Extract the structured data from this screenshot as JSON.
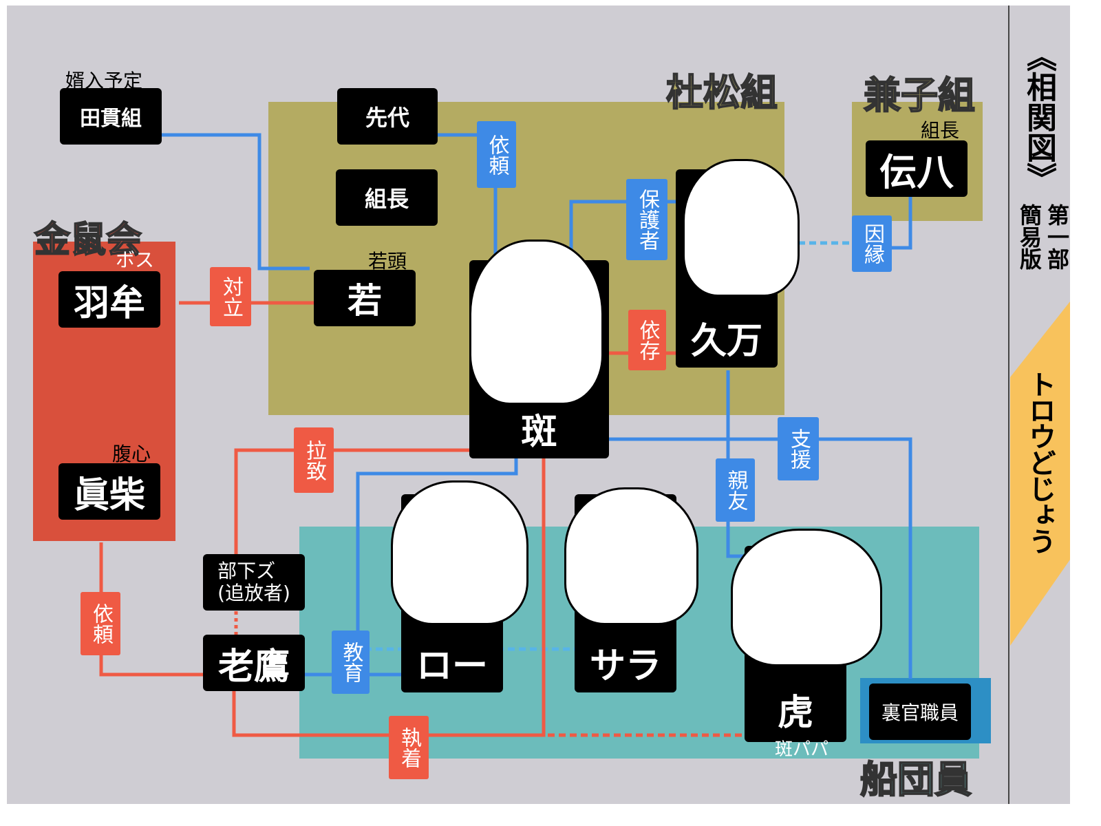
{
  "title": {
    "main": "《相関図》",
    "part": "第一部",
    "edition": "簡易版",
    "logo": "トロウどじょう"
  },
  "groups": {
    "morimatsu": "杜松組",
    "kaneko": "兼子組",
    "kinsokai": "金鼠会",
    "sendan": "船団員"
  },
  "nodes": {
    "tanuki": {
      "name": "田貫組",
      "caption": "婿入予定"
    },
    "sendai": {
      "name": "先代"
    },
    "kumicho": {
      "name": "組長"
    },
    "waka": {
      "name": "若",
      "caption": "若頭"
    },
    "denpachi": {
      "name": "伝八",
      "caption": "組長"
    },
    "hau": {
      "name": "羽牟",
      "caption": "ボス"
    },
    "mashiba": {
      "name": "眞柴",
      "caption": "腹心"
    },
    "buka": {
      "name": "部下ズ\n(追放者)"
    },
    "roka": {
      "name": "老鷹"
    },
    "madara": {
      "name": "斑"
    },
    "kuman": {
      "name": "久万"
    },
    "ro": {
      "name": "ロー"
    },
    "sara": {
      "name": "サラ"
    },
    "tora": {
      "name": "虎",
      "caption": "斑パパ"
    },
    "urakan": {
      "name": "裏官職員"
    }
  },
  "relations": {
    "irai1": "依頼",
    "hogosha": "保護者",
    "innen": "因縁",
    "tairitsu": "対立",
    "izon": "依存",
    "rachi": "拉致",
    "shien": "支援",
    "shinyu": "親友",
    "irai2": "依頼",
    "kyoiku": "教育",
    "shuchaku": "執着"
  },
  "colors": {
    "blue": "#3e8ae6",
    "red": "#ef5a44",
    "olive": "#b4ab62",
    "teal": "#6cbcbb",
    "kinsokai": "#d9503c",
    "logo_band": "#f8c25c",
    "background": "#cfcdd3"
  }
}
